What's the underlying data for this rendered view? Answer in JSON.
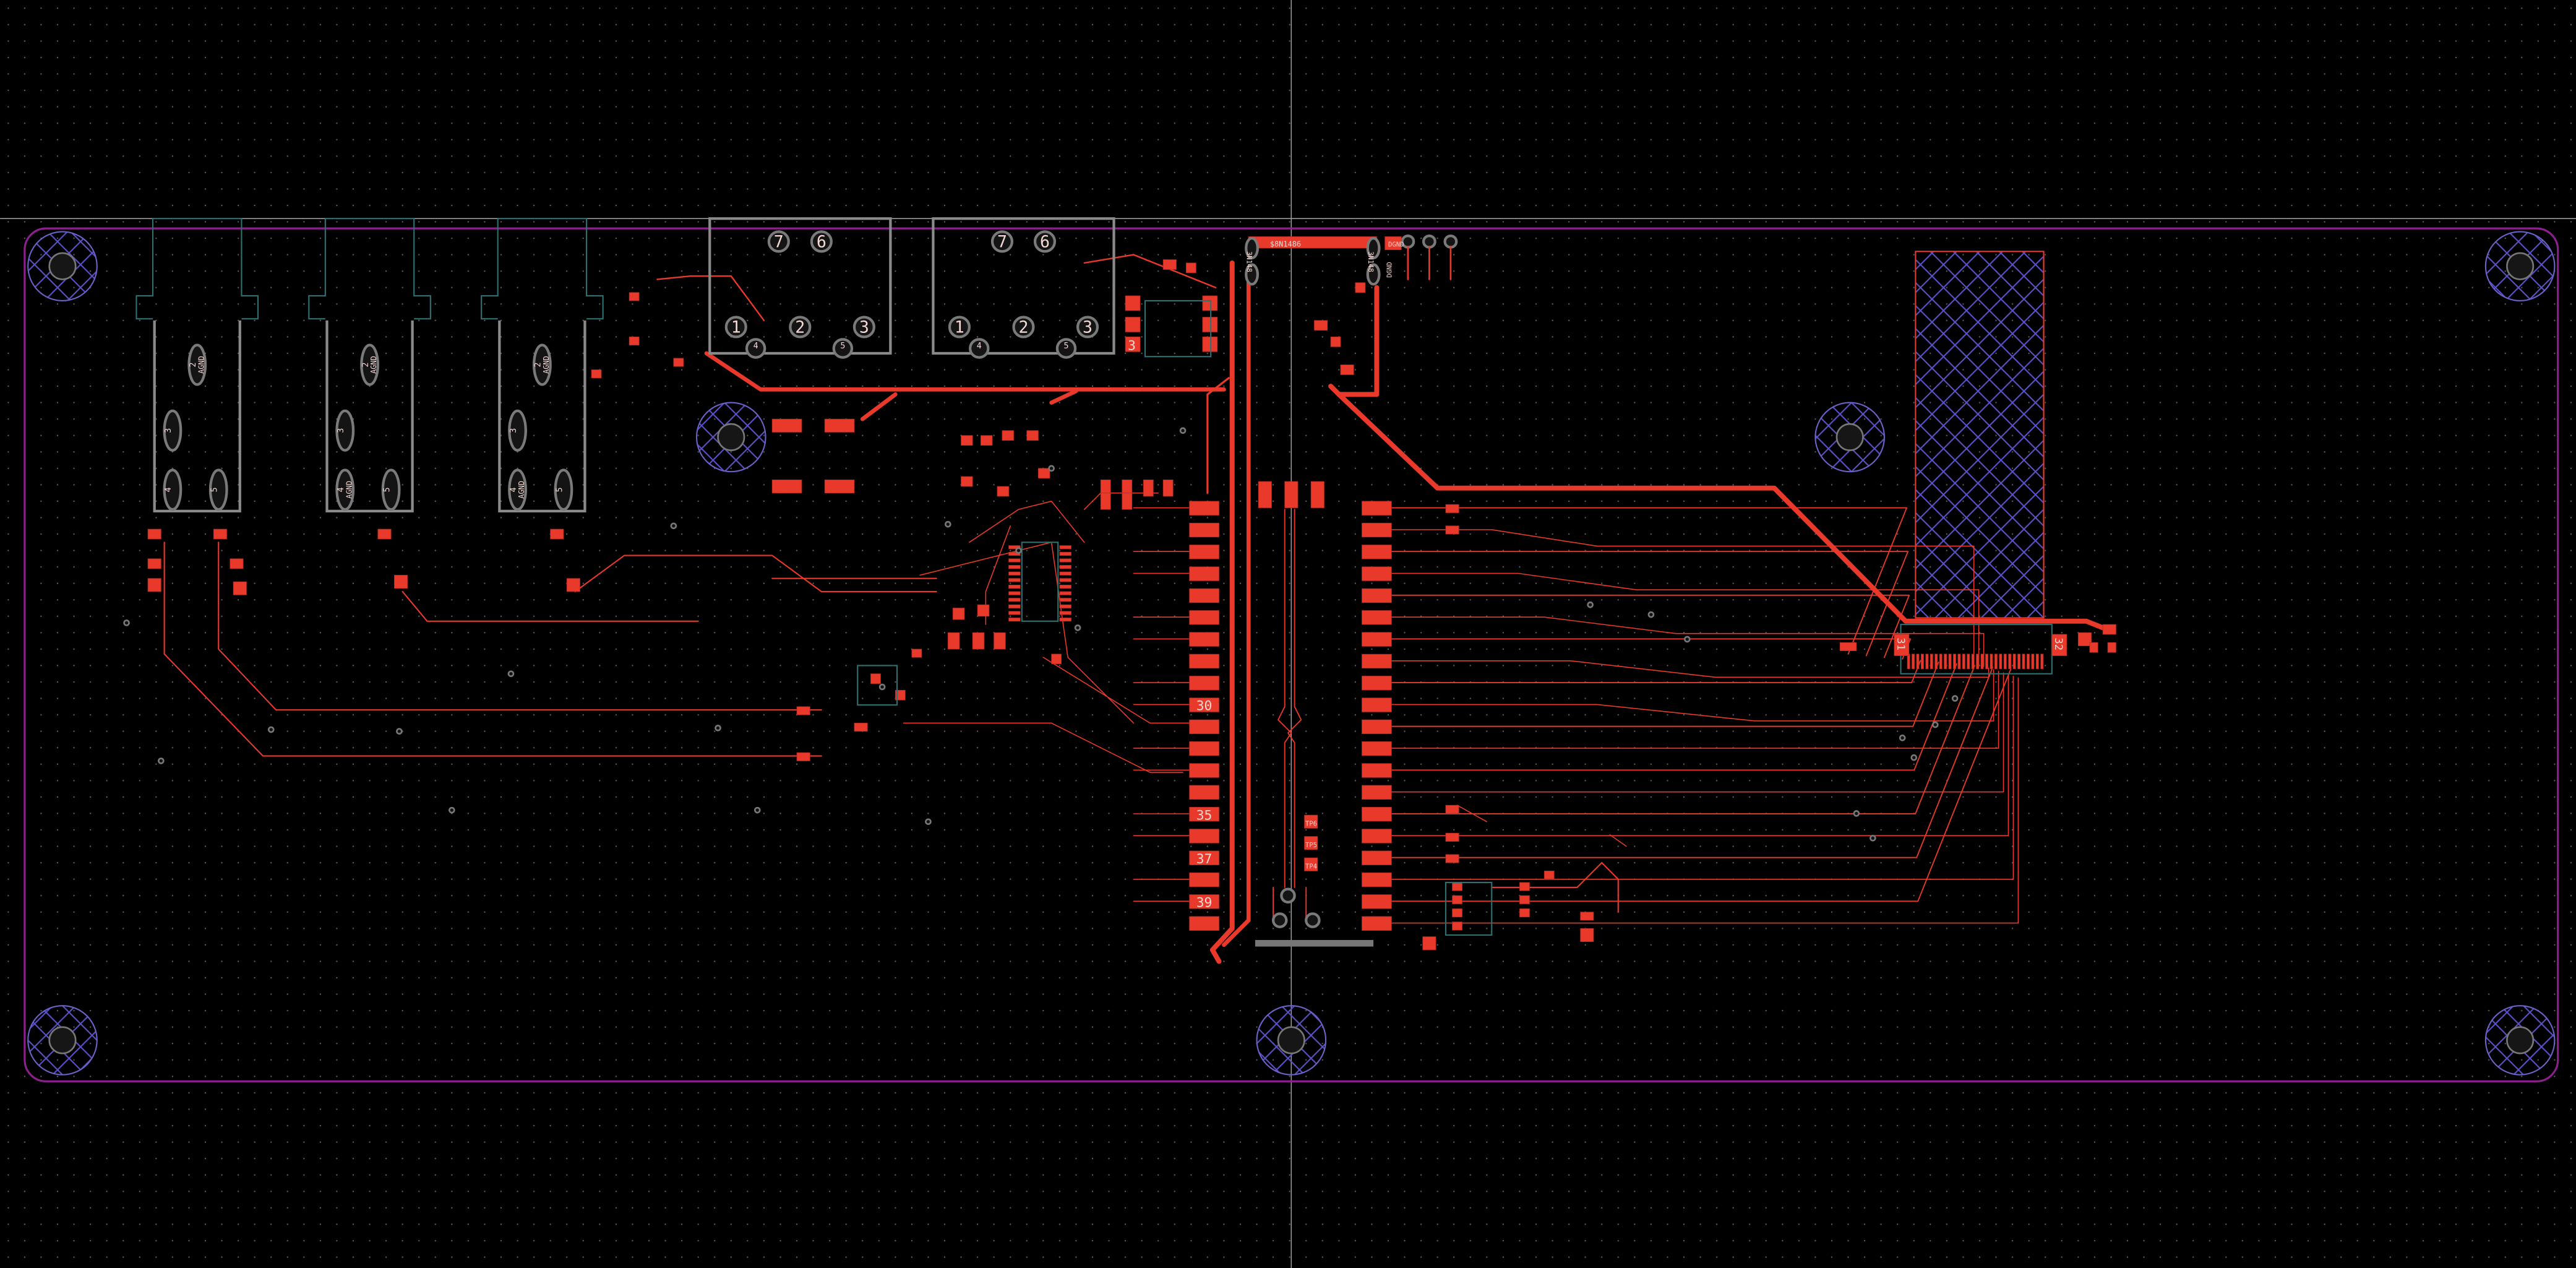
{
  "silkscreen": {
    "net_label": "$8N1486",
    "vertical_labels": [
      "3N148",
      "3N148"
    ],
    "dgnd_labels": [
      "DGND",
      "DGND"
    ],
    "pad_label_3": "3"
  },
  "audio_jacks": [
    {
      "pads": [
        "2",
        "3",
        "4",
        "5"
      ],
      "net_labels": [
        "AGND",
        "",
        "",
        ""
      ]
    },
    {
      "pads": [
        "2",
        "3",
        "4",
        "5"
      ],
      "net_labels": [
        "AGND",
        "",
        "AGND",
        ""
      ]
    },
    {
      "pads": [
        "2",
        "3",
        "4",
        "5"
      ],
      "net_labels": [
        "AGND",
        "",
        "AGND",
        ""
      ]
    }
  ],
  "rj_connectors": [
    {
      "pads": [
        "7",
        "6",
        "1",
        "2",
        "3",
        "4",
        "5"
      ]
    },
    {
      "pads": [
        "7",
        "6",
        "1",
        "2",
        "3",
        "4",
        "5"
      ]
    }
  ],
  "header_labels": [
    "30",
    "35",
    "37",
    "39"
  ],
  "connector_labels": [
    "31",
    "32"
  ],
  "test_points": [
    "TP6",
    "TP5",
    "TP4"
  ],
  "colors": {
    "copper": "#e8392b",
    "board_outline": "#8e1f8e",
    "background": "#000000",
    "hatch": "#5a52c8"
  }
}
